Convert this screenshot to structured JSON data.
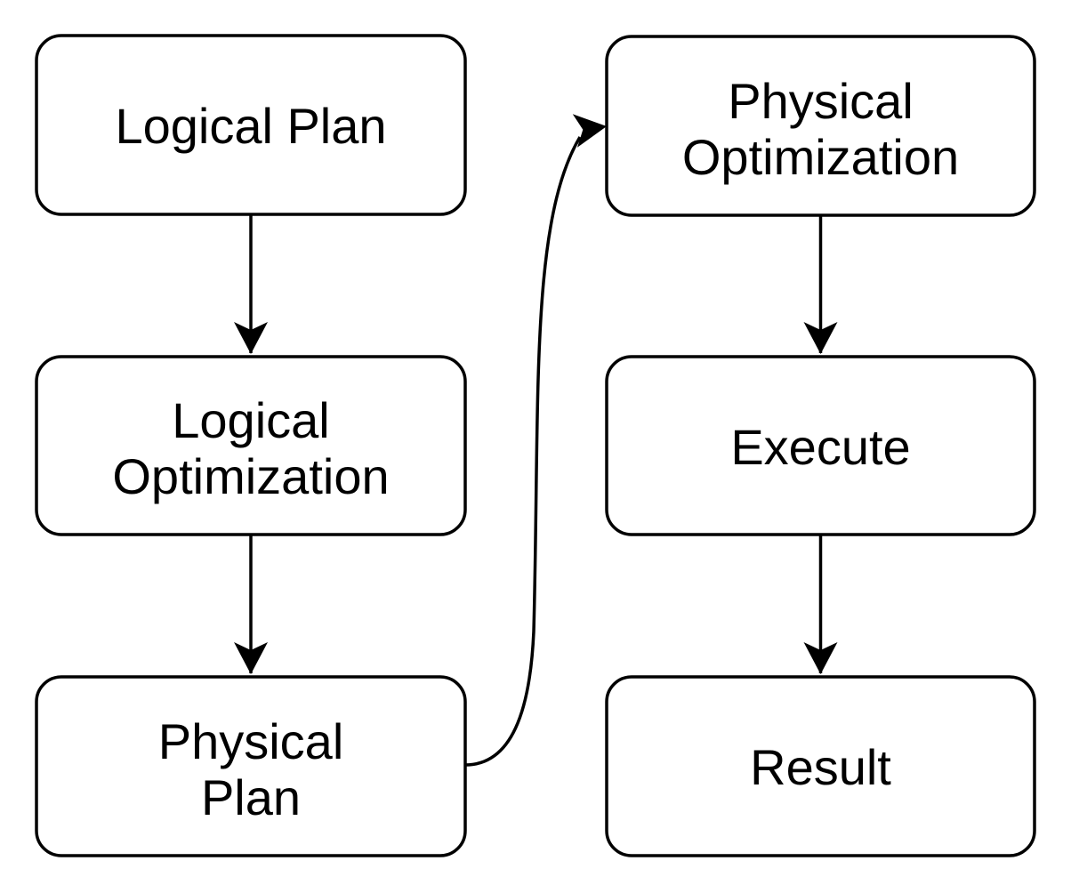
{
  "diagram": {
    "type": "flowchart",
    "colors": {
      "background": "#ffffff",
      "node_fill": "#ffffff",
      "node_stroke": "#000000",
      "text": "#000000",
      "arrow": "#000000"
    },
    "nodes": [
      {
        "id": "logical-plan",
        "lines": [
          "Logical Plan"
        ]
      },
      {
        "id": "logical-optimization",
        "lines": [
          "Logical",
          "Optimization"
        ]
      },
      {
        "id": "physical-plan",
        "lines": [
          "Physical",
          "Plan"
        ]
      },
      {
        "id": "physical-optimization",
        "lines": [
          "Physical",
          "Optimization"
        ]
      },
      {
        "id": "execute",
        "lines": [
          "Execute"
        ]
      },
      {
        "id": "result",
        "lines": [
          "Result"
        ]
      }
    ],
    "edges": [
      {
        "from": "logical-plan",
        "to": "logical-optimization"
      },
      {
        "from": "logical-optimization",
        "to": "physical-plan"
      },
      {
        "from": "physical-plan",
        "to": "physical-optimization"
      },
      {
        "from": "physical-optimization",
        "to": "execute"
      },
      {
        "from": "execute",
        "to": "result"
      }
    ]
  }
}
